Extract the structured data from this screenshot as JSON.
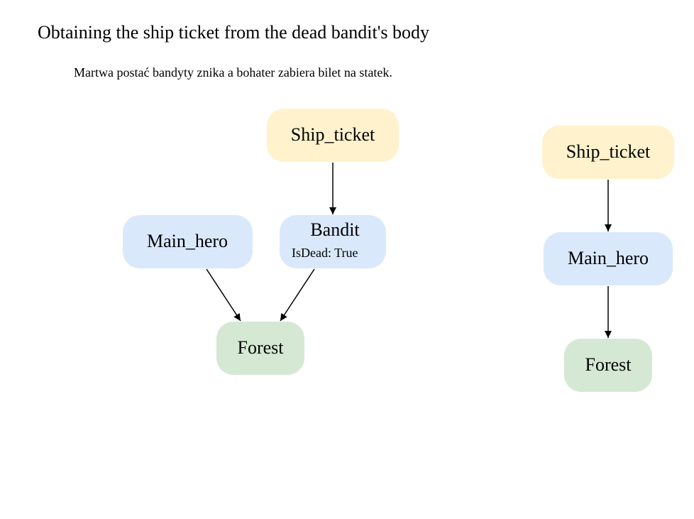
{
  "title": "Obtaining the ship ticket from the dead bandit's body",
  "subtitle": "Martwa postać bandyty znika a bohater zabiera bilet na statek.",
  "colors": {
    "item": "#fff2cc",
    "character": "#dae8fc",
    "location": "#d5e8d4",
    "edge": "#000000"
  },
  "before": {
    "nodes": {
      "ship_ticket": {
        "label": "Ship_ticket",
        "kind": "item"
      },
      "main_hero": {
        "label": "Main_hero",
        "kind": "character"
      },
      "bandit": {
        "label": "Bandit",
        "attribute": "IsDead: True",
        "kind": "character"
      },
      "forest": {
        "label": "Forest",
        "kind": "location"
      }
    },
    "edges": [
      {
        "from": "ship_ticket",
        "to": "bandit"
      },
      {
        "from": "main_hero",
        "to": "forest"
      },
      {
        "from": "bandit",
        "to": "forest"
      }
    ]
  },
  "after": {
    "nodes": {
      "ship_ticket": {
        "label": "Ship_ticket",
        "kind": "item"
      },
      "main_hero": {
        "label": "Main_hero",
        "kind": "character"
      },
      "forest": {
        "label": "Forest",
        "kind": "location"
      }
    },
    "edges": [
      {
        "from": "ship_ticket",
        "to": "main_hero"
      },
      {
        "from": "main_hero",
        "to": "forest"
      }
    ]
  }
}
